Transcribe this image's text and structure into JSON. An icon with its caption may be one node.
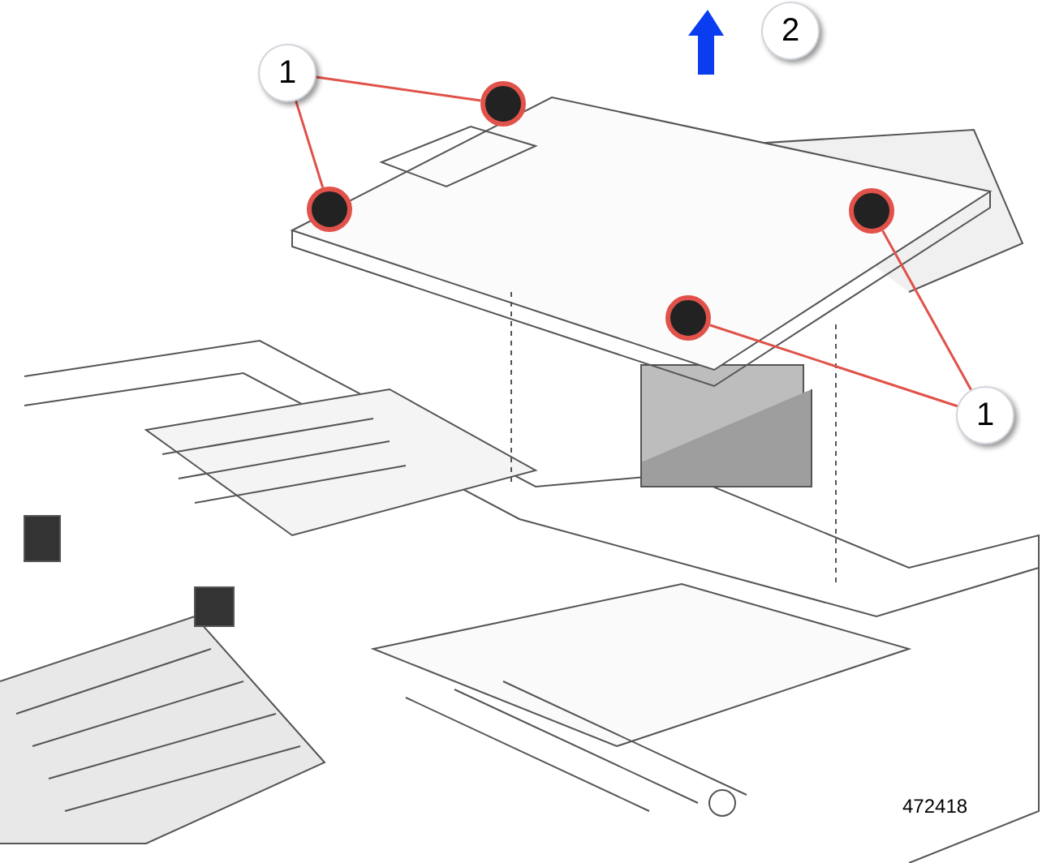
{
  "diagram": {
    "nodes": [
      {
        "text": [
          "1"
        ]
      },
      {
        "text": [
          "2"
        ]
      },
      {
        "text": [
          "1"
        ]
      },
      {
        "text": [],
        "shape": "circle"
      },
      {
        "text": [],
        "shape": "circle"
      },
      {
        "text": [],
        "shape": "circle"
      },
      {
        "text": [],
        "shape": "circle"
      }
    ],
    "edges": [
      {
        "from": 0,
        "to": 3,
        "arrow": "none",
        "color": "#e0524a"
      },
      {
        "from": 0,
        "to": 4,
        "arrow": "none",
        "color": "#e0524a"
      },
      {
        "from": 2,
        "to": 5,
        "arrow": "none",
        "color": "#e0524a"
      },
      {
        "from": 2,
        "to": 6,
        "arrow": "none",
        "color": "#e0524a"
      }
    ],
    "labels": [
      "472418"
    ]
  }
}
